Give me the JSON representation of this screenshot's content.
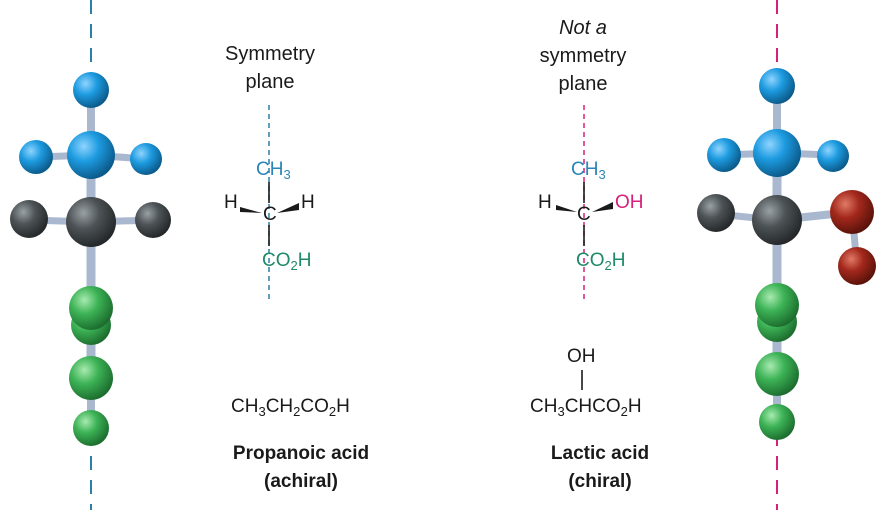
{
  "left_panel": {
    "plane_label_line1": "Symmetry",
    "plane_label_line2": "plane",
    "top_group": {
      "main": "CH",
      "sub": "3"
    },
    "center_atom": "C",
    "left_substituent": "H",
    "right_substituent": "H",
    "bottom_group": {
      "main": "CO",
      "sub": "2",
      "tail": "H"
    },
    "condensed_formula": {
      "p1": "CH",
      "s1": "3",
      "p2": "CH",
      "s2": "2",
      "p3": "CO",
      "s3": "2",
      "p4": "H"
    },
    "compound_name": "Propanoic acid",
    "chirality": "(achiral)"
  },
  "right_panel": {
    "plane_label_line1": "Not a",
    "plane_label_line2": "symmetry",
    "plane_label_line3": "plane",
    "top_group": {
      "main": "CH",
      "sub": "3"
    },
    "center_atom": "C",
    "left_substituent": "H",
    "right_substituent": "OH",
    "bottom_group": {
      "main": "CO",
      "sub": "2",
      "tail": "H"
    },
    "condensed_top": "OH",
    "condensed_formula": {
      "p1": "CH",
      "s1": "3",
      "p2": "CHCO",
      "s2": "2",
      "p3": "H"
    },
    "compound_name": "Lactic acid",
    "chirality": "(chiral)"
  },
  "colors": {
    "symmetry_plane": "#2b7fa8",
    "non_symmetry_plane": "#d6207a",
    "methyl_text": "#2a86b8",
    "carboxyl_text": "#1f8a6a",
    "hydroxyl_text": "#d6207a",
    "atom_blue": "#1d9be0",
    "atom_gray": "#4d5356",
    "atom_green": "#3db356",
    "atom_red": "#a3281c",
    "bond": "#a9b8cf"
  }
}
